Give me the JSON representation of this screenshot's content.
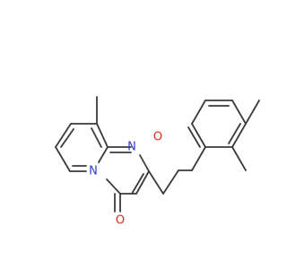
{
  "structure": {
    "atoms": {
      "n_ring": "N",
      "n_fused": "N",
      "o_ether": "O",
      "o_carbonyl": "O"
    },
    "colors": {
      "bond": "#3a3a3a",
      "nitrogen": "#2f3bd6",
      "oxygen": "#e2261d",
      "background": "#ffffff"
    }
  }
}
